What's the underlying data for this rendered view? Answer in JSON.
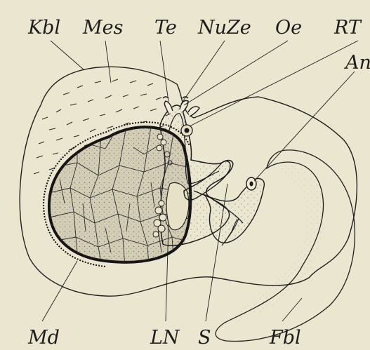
{
  "figure": {
    "labels": {
      "Kbl": "Kbl",
      "Mes": "Mes",
      "Te": "Te",
      "NuZe": "NuZe",
      "Oe": "Oe",
      "RT": "RT",
      "An": "An",
      "Md": "Md",
      "LN": "LN",
      "S": "S",
      "Fbl": "Fbl"
    },
    "colors": {
      "background": "#ebe6d0",
      "ink": "#1f1f1f",
      "yolk_fill": "#cfc9b3"
    }
  }
}
